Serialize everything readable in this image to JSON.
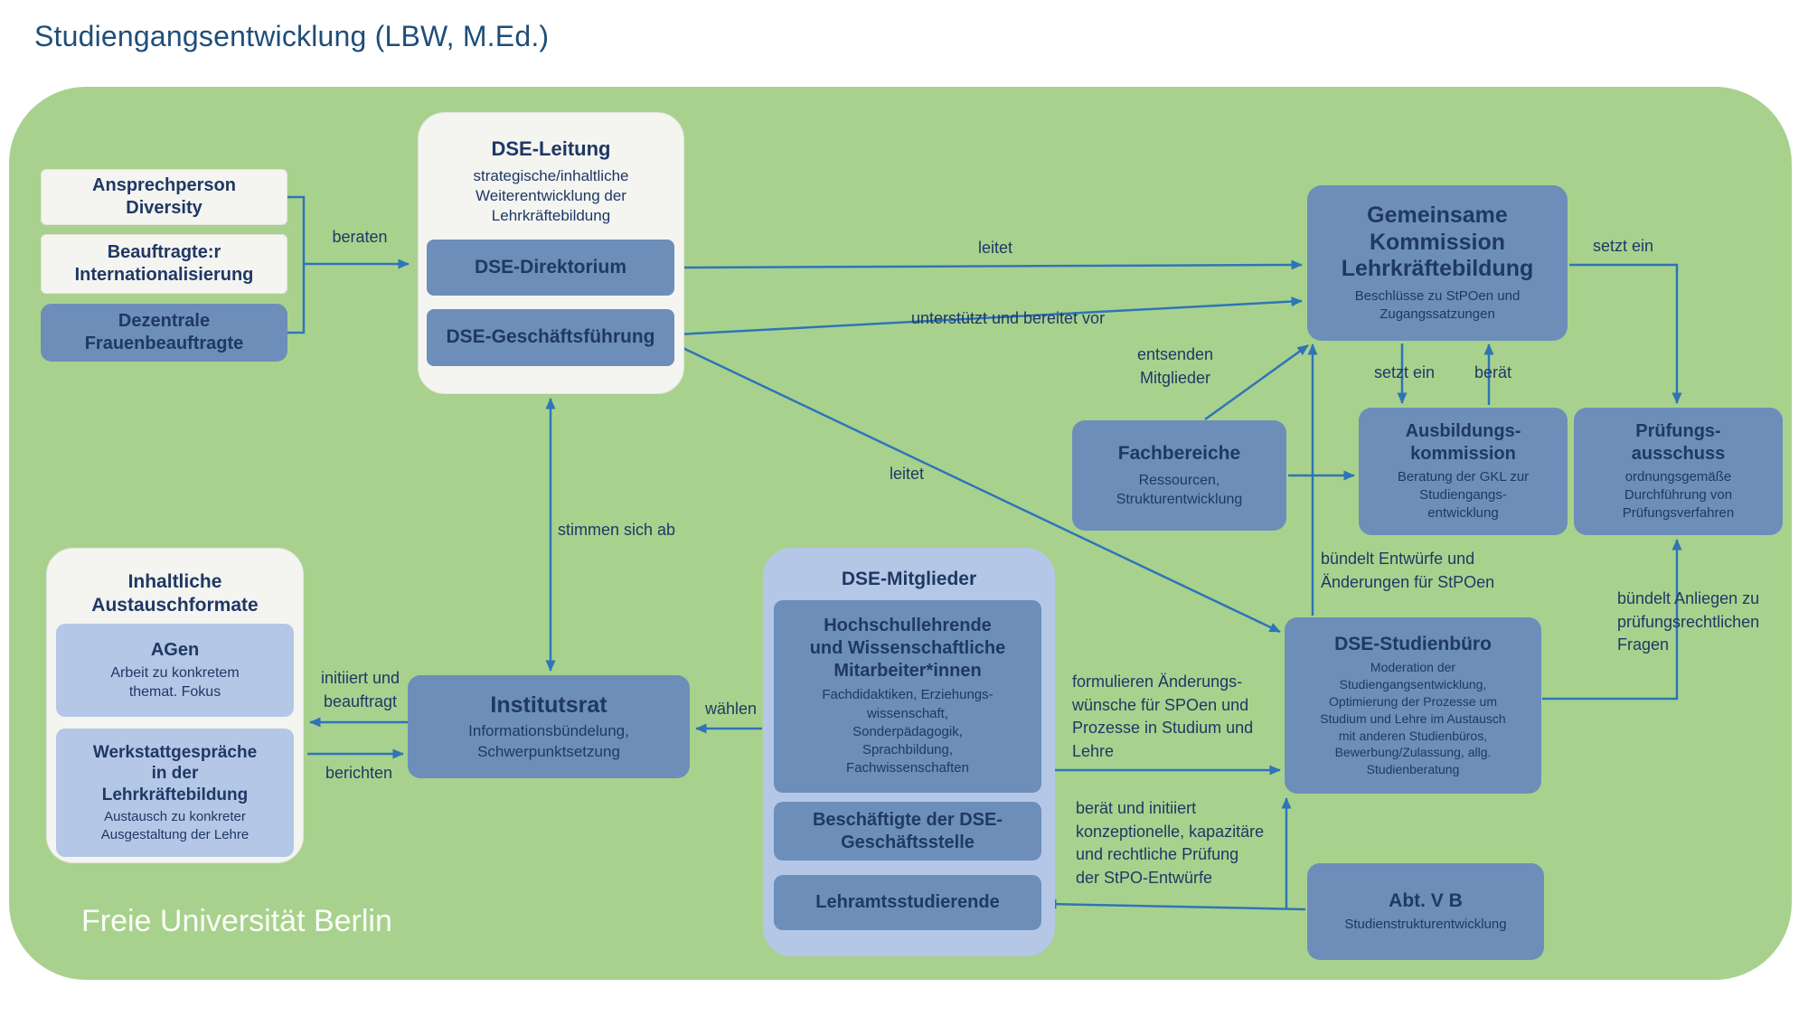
{
  "title": "Studiengangsentwicklung (LBW, M.Ed.)",
  "footer": "Freie Universität Berlin",
  "colors": {
    "background_green": "#a9d18e",
    "box_blue": "#6d8eb9",
    "box_light_blue": "#b4c7e7",
    "box_white": "#f4f4f1",
    "text_navy": "#1f3864",
    "arrow_blue": "#2e75b6",
    "title_blue": "#1f4e79"
  },
  "left_boxes": {
    "diversity": "Ansprechperson\nDiversity",
    "internationalisierung": "Beauftragte:r\nInternationalisierung",
    "frauenbeauftragte": "Dezentrale\nFrauenbeauftragte"
  },
  "dse_leitung": {
    "title": "DSE-Leitung",
    "subtitle": "strategische/inhaltliche\nWeiterentwicklung der\nLehrkräftebildung",
    "direktorium": "DSE-Direktorium",
    "geschaeftsfuehrung": "DSE-Geschäftsführung"
  },
  "gkl": {
    "title": "Gemeinsame\nKommission\nLehrkräftebildung",
    "subtitle": "Beschlüsse zu StPOen und\nZugangssatzungen"
  },
  "fachbereiche": {
    "title": "Fachbereiche",
    "subtitle": "Ressourcen,\nStrukturentwicklung"
  },
  "ausbildungskommission": {
    "title": "Ausbildungs-\nkommission",
    "subtitle": "Beratung der GKL zur\nStudiengangs-\nentwicklung"
  },
  "pruefungsausschuss": {
    "title": "Prüfungs-\nausschuss",
    "subtitle": "ordnungsgemäße\nDurchführung von\nPrüfungsverfahren"
  },
  "austauschformate": {
    "title": "Inhaltliche\nAustauschformate",
    "agen": {
      "title": "AGen",
      "subtitle": "Arbeit zu konkretem\nthemat. Fokus"
    },
    "werkstatt": {
      "title": "Werkstattgespräche\nin der\nLehrkräftebildung",
      "subtitle": "Austausch zu konkreter\nAusgestaltung der Lehre"
    }
  },
  "institutsrat": {
    "title": "Institutsrat",
    "subtitle": "Informationsbündelung,\nSchwerpunktsetzung"
  },
  "dse_mitglieder": {
    "title": "DSE-Mitglieder",
    "hochschullehrende": {
      "title": "Hochschullehrende\nund Wissenschaftliche\nMitarbeiter*innen",
      "subtitle": "Fachdidaktiken, Erziehungs-\nwissenschaft,\nSonderpädagogik,\nSprachbildung,\nFachwissenschaften"
    },
    "beschaeftigte": "Beschäftigte der DSE-\nGeschäftsstelle",
    "studierende": "Lehramtsstudierende"
  },
  "studienbuero": {
    "title": "DSE-Studienbüro",
    "subtitle": "Moderation der\nStudiengangsentwicklung,\nOptimierung der Prozesse um\nStudium und Lehre im Austausch\nmit anderen Studienbüros,\nBewerbung/Zulassung, allg.\nStudienberatung"
  },
  "abt_vb": {
    "title": "Abt. V B",
    "subtitle": "Studienstrukturentwicklung"
  },
  "edges": {
    "beraten": "beraten",
    "leitet_top": "leitet",
    "unterstuetzt": "unterstützt und bereitet vor",
    "entsenden": "entsenden\nMitglieder",
    "setzt_ein_right": "setzt ein",
    "setzt_ein_mid": "setzt ein",
    "beraet": "berät",
    "leitet_unten": "leitet",
    "stimmen": "stimmen sich ab",
    "initiiert": "initiiert und\nbeauftragt",
    "berichten": "berichten",
    "waehlen": "wählen",
    "formulieren": "formulieren Änderungs-\nwünsche für SPOen und\nProzesse in Studium und\nLehre",
    "buendelt_entwuerfe": "bündelt Entwürfe und\nÄnderungen für StPOen",
    "buendelt_anliegen": "bündelt Anliegen zu\nprüfungsrechtlichen\nFragen",
    "beraet_initiiert": "berät und initiiert\nkonzeptionelle, kapazitäre\nund rechtliche Prüfung\nder StPO-Entwürfe"
  }
}
